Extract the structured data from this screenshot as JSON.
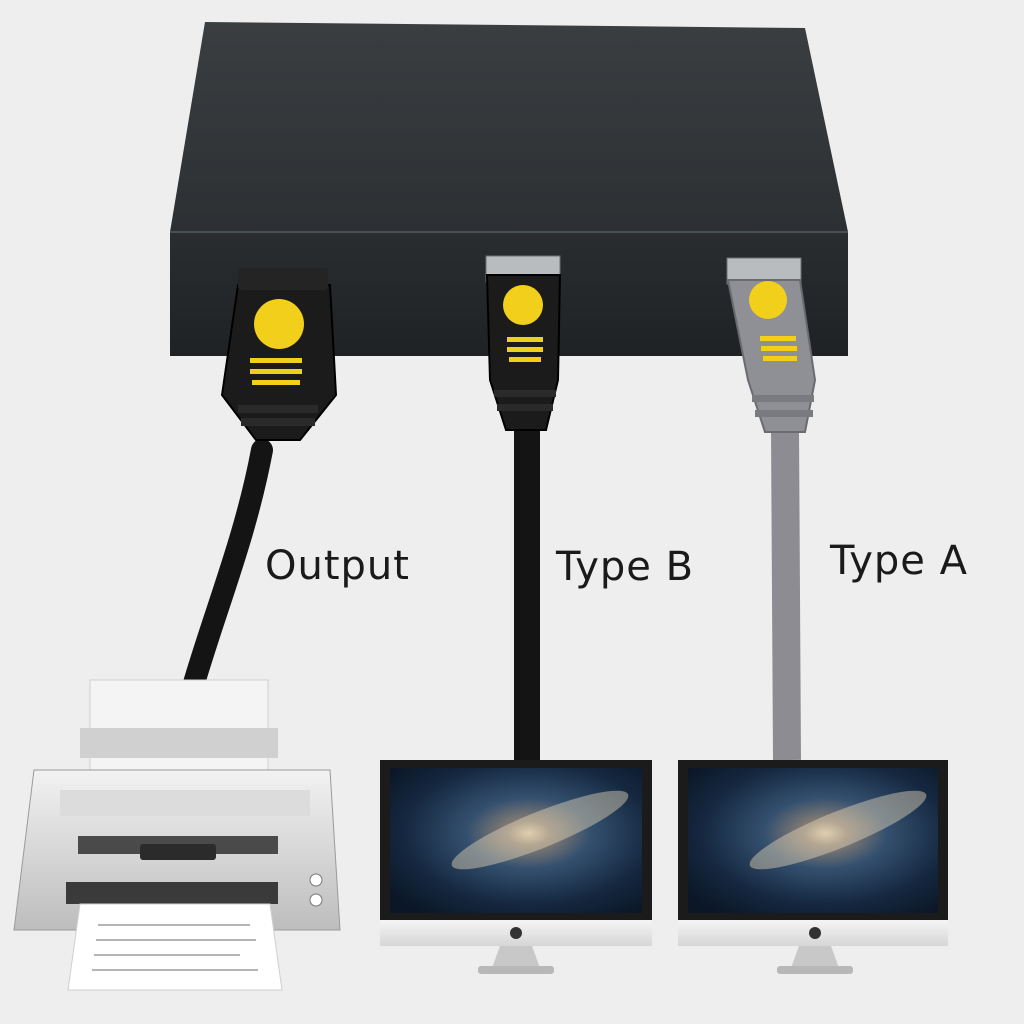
{
  "labels": {
    "output": "Output",
    "type_b": "Type B",
    "type_a": "Type A"
  },
  "colors": {
    "background": "#eeeeee",
    "switch_body": "#2f3336",
    "cable_black": "#141414",
    "cable_gray": "#8c8c92",
    "usb_accent": "#f2cf1a"
  },
  "icons": [
    "usb-switch-box",
    "usb-connector-icon",
    "printer-icon",
    "monitor-icon",
    "apple-logo-icon"
  ]
}
